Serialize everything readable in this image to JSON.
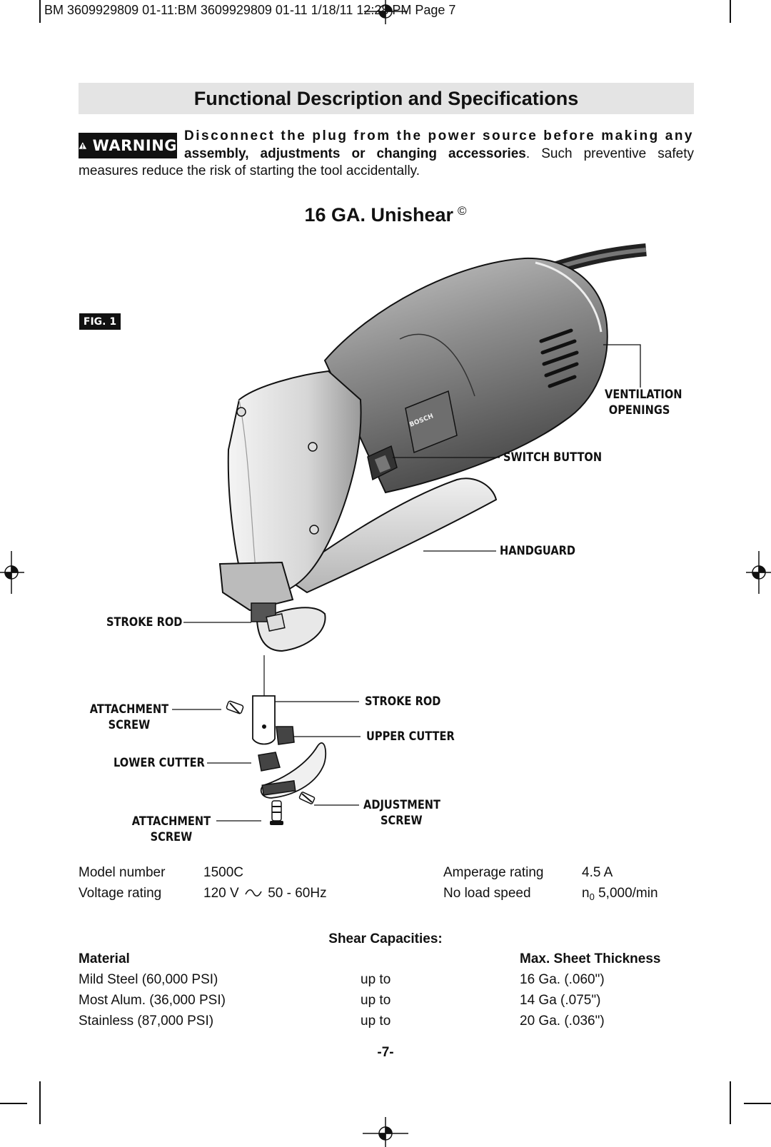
{
  "print_header": "BM 3609929809 01-11:BM 3609929809 01-11  1/18/11  12:28 PM  Page 7",
  "section_title": "Functional Description and Specifications",
  "warning": {
    "badge": "WARNING",
    "bold_line1": "Disconnect the plug from the power source before making any",
    "bold_line2": "assembly, adjustments or changing accessories",
    "after_bold": ".  Such preventive safety",
    "line3": "measures reduce the risk of starting the tool accidentally."
  },
  "product_title": "16 GA. Unishear",
  "product_mark": "©",
  "figure_label": "FIG. 1",
  "callouts": {
    "ventilation_1": "VENTILATION",
    "ventilation_2": "OPENINGS",
    "switch_button": "SWITCH BUTTON",
    "handguard": "HANDGUARD",
    "stroke_rod_top": "STROKE ROD",
    "attachment_screw_1_a": "ATTACHMENT",
    "attachment_screw_1_b": "SCREW",
    "stroke_rod_exploded": "STROKE ROD",
    "upper_cutter": "UPPER CUTTER",
    "lower_cutter": "LOWER CUTTER",
    "adjustment_screw_a": "ADJUSTMENT",
    "adjustment_screw_b": "SCREW",
    "attachment_screw_2_a": "ATTACHMENT",
    "attachment_screw_2_b": "SCREW",
    "tool_brand": "BOSCH"
  },
  "specs": {
    "model_label": "Model number",
    "model_value": "1500C",
    "voltage_label": "Voltage rating",
    "voltage_value_a": "120 V",
    "voltage_value_b": "50 - 60Hz",
    "amperage_label": "Amperage rating",
    "amperage_value": "4.5 A",
    "speed_label": "No load speed",
    "speed_symbol": "n",
    "speed_sub": "0",
    "speed_value": "5,000/min"
  },
  "capacities": {
    "title": "Shear Capacities:",
    "col_material": "Material",
    "col_thickness": "Max. Sheet Thickness",
    "rows": [
      {
        "material": "Mild Steel (60,000 PSI)",
        "qualifier": "up to",
        "thickness": "16 Ga. (.060\")"
      },
      {
        "material": "Most Alum. (36,000 PSI)",
        "qualifier": "up to",
        "thickness": "14 Ga (.075\")"
      },
      {
        "material": "Stainless (87,000 PSI)",
        "qualifier": "up to",
        "thickness": "20 Ga. (.036\")"
      }
    ]
  },
  "page_number": "-7-"
}
